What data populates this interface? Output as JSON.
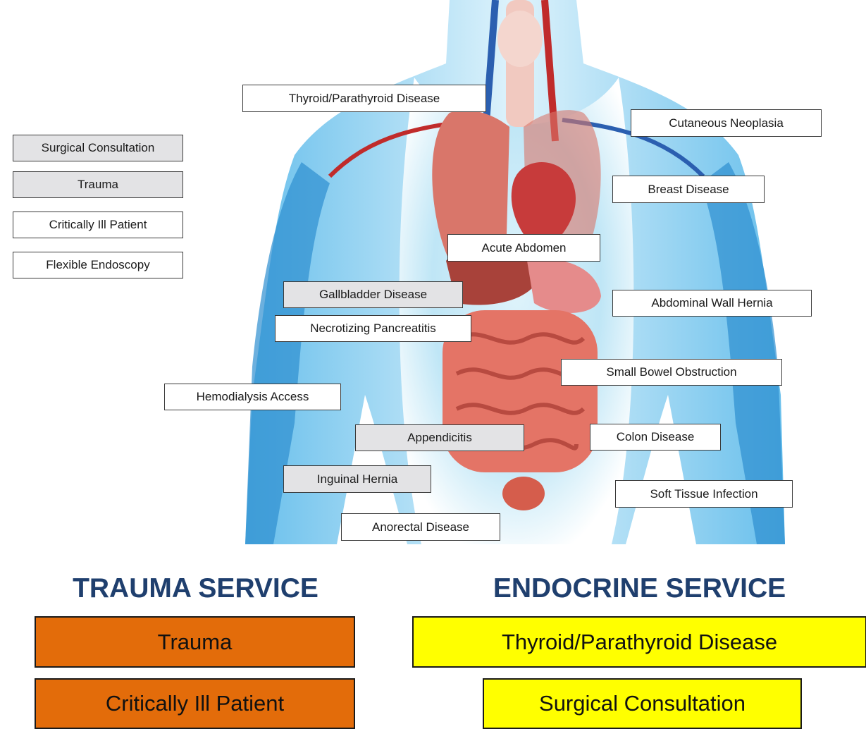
{
  "left_labels": [
    {
      "id": "surgical-consultation",
      "text": "Surgical Consultation",
      "fill": "gray"
    },
    {
      "id": "trauma",
      "text": "Trauma",
      "fill": "gray"
    },
    {
      "id": "critically-ill-patient",
      "text": "Critically Ill Patient",
      "fill": "white"
    },
    {
      "id": "flexible-endoscopy",
      "text": "Flexible Endoscopy",
      "fill": "white"
    }
  ],
  "anatomy_labels": {
    "thyroid": "Thyroid/Parathyroid Disease",
    "cutaneous": "Cutaneous Neoplasia",
    "breast": "Breast Disease",
    "acute_abdomen": "Acute Abdomen",
    "gallbladder": "Gallbladder Disease",
    "abdominal_wall": "Abdominal Wall Hernia",
    "pancreatitis": "Necrotizing Pancreatitis",
    "small_bowel": "Small Bowel Obstruction",
    "hemodialysis": "Hemodialysis Access",
    "appendicitis": "Appendicitis",
    "colon": "Colon Disease",
    "inguinal": "Inguinal Hernia",
    "soft_tissue": "Soft Tissue Infection",
    "anorectal": "Anorectal Disease"
  },
  "services": {
    "trauma": {
      "title": "TRAUMA SERVICE",
      "items": [
        "Trauma",
        "Critically Ill Patient"
      ],
      "color": "#e36c0a"
    },
    "endocrine": {
      "title": "ENDOCRINE SERVICE",
      "items": [
        "Thyroid/Parathyroid Disease",
        "Surgical Consultation"
      ],
      "color": "#ffff00"
    }
  },
  "colors": {
    "title_blue": "#1f3f6e",
    "label_gray": "#e3e3e5",
    "body_blue": "#3fa9e0",
    "organ_red": "#d9534f"
  }
}
